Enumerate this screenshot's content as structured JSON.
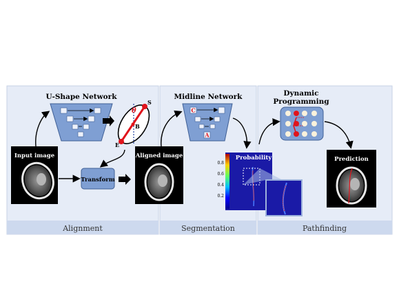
{
  "colors": {
    "panel_bg": "#e6ecf7",
    "footer_bg": "#cdd9ee",
    "network_fill": "#7f9fd3",
    "network_stroke": "#3f5f95",
    "accent_red": "#e0141c",
    "heatmap_bg": "#1a1aa6",
    "box_fill": "#eef2fb",
    "node_fill": "#fbf2dc"
  },
  "sections": {
    "alignment": {
      "footer_label": "Alignment"
    },
    "segmentation": {
      "footer_label": "Segmentation"
    },
    "pathfinding": {
      "footer_label": "Pathfinding"
    }
  },
  "alignment": {
    "unet_title": "U-Shape Network",
    "input_label": "Input image",
    "transform_label": "Transform",
    "ellipse_labels": {
      "s": "S",
      "e": "E",
      "b": "B",
      "theta": "θ"
    }
  },
  "segmentation": {
    "network_title": "Midline Network",
    "aligned_label": "Aligned image",
    "probability_label": "Probability",
    "box_c": "C",
    "box_a": "A",
    "colorbar_ticks": [
      "0.8",
      "0.6",
      "0.4",
      "0.2"
    ]
  },
  "pathfinding": {
    "dp_title_line1": "Dynamic",
    "dp_title_line2": "Programming",
    "prediction_label": "Prediction"
  },
  "icons": {
    "arrow": "arrow-icon",
    "brain": "brain-scan-icon"
  }
}
